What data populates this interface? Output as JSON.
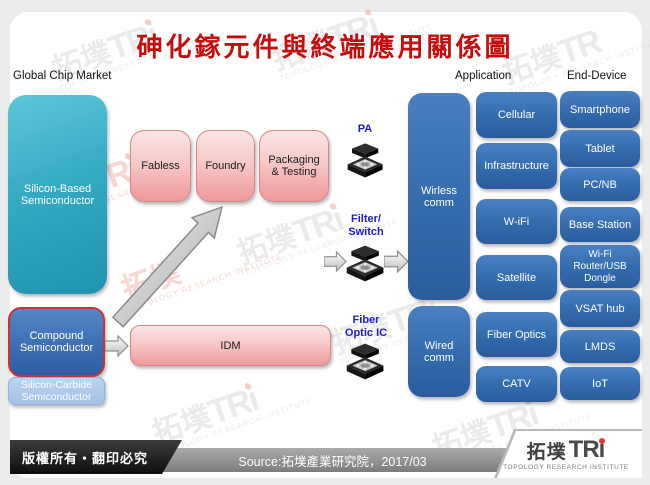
{
  "title": "砷化鎵元件與終端應用關係圖",
  "headers": {
    "market": "Global Chip Market",
    "application": "Application",
    "end_device": "End-Device"
  },
  "market": {
    "silicon_based": "Silicon-Based\nSemiconductor",
    "compound": "Compound\nSemiconductor",
    "silicon_carbide": "Silicon-Carbide\nSemiconductor"
  },
  "value_chain": {
    "fabless": "Fabless",
    "foundry": "Foundry",
    "packaging": "Packaging\n& Testing",
    "idm": "IDM"
  },
  "components": {
    "pa": "PA",
    "filter_switch": "Filter/\nSwitch",
    "fiber_optic": "Fiber\nOptic IC"
  },
  "comm": {
    "wireless": "Wirless\ncomm",
    "wired": "Wired\ncomm"
  },
  "applications": [
    "Cellular",
    "Infrastructure",
    "W-iFi",
    "Satellite",
    "Fiber Optics",
    "CATV"
  ],
  "end_devices": [
    "Smartphone",
    "Tablet",
    "PC/NB",
    "Base Station",
    "Wi-Fi\nRouter/USB\nDongle",
    "VSAT hub",
    "LMDS",
    "IoT"
  ],
  "watermark": {
    "cjk": "拓墣",
    "tr": "TR",
    "i": "i",
    "sub": "TOPOLOGY RESEARCH INSTITUTE"
  },
  "footer": {
    "copyright": "版權所有‧翻印必究",
    "source": "Source:拓墣產業研究院，2017/03",
    "logo": {
      "cjk": "拓墣",
      "tr": "TR",
      "i": "i",
      "sub": "TOPOLOGY RESEARCH INSTITUTE"
    }
  },
  "colors": {
    "title_red": "#c60d0d",
    "teal": "#2fa6bf",
    "pink": "#f5a8a8",
    "blue": "#2f63a5",
    "compound_border": "#c93333",
    "component_label_blue": "#1c1cc8"
  }
}
